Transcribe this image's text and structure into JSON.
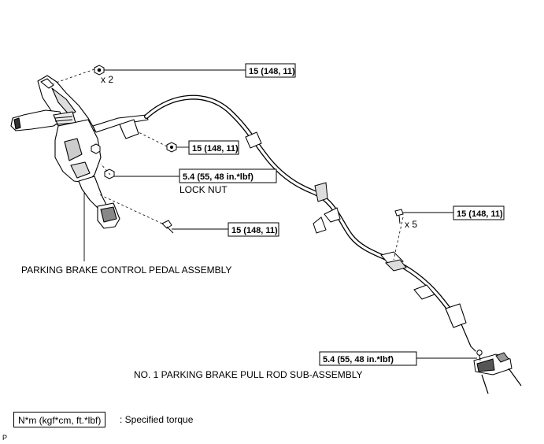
{
  "torque_specs": {
    "top_nut": "15 (148, 11)",
    "middle_nut": "15 (148, 11)",
    "lock_nut": "5.4 (55, 48 in.*lbf)",
    "lower_bolt": "15 (148, 11)",
    "right_bolt": "15 (148, 11)",
    "pull_rod_nut": "5.4 (55, 48 in.*lbf)"
  },
  "quantities": {
    "top_nut": "x 2",
    "right_bolt": "x 5"
  },
  "part_labels": {
    "lock_nut": "LOCK NUT",
    "pedal_assembly": "PARKING BRAKE CONTROL PEDAL ASSEMBLY",
    "pull_rod": "NO. 1 PARKING BRAKE PULL ROD SUB-ASSEMBLY"
  },
  "legend": {
    "unit": "N*m (kgf*cm, ft.*lbf)",
    "description": ": Specified torque"
  },
  "corner_mark": "P"
}
